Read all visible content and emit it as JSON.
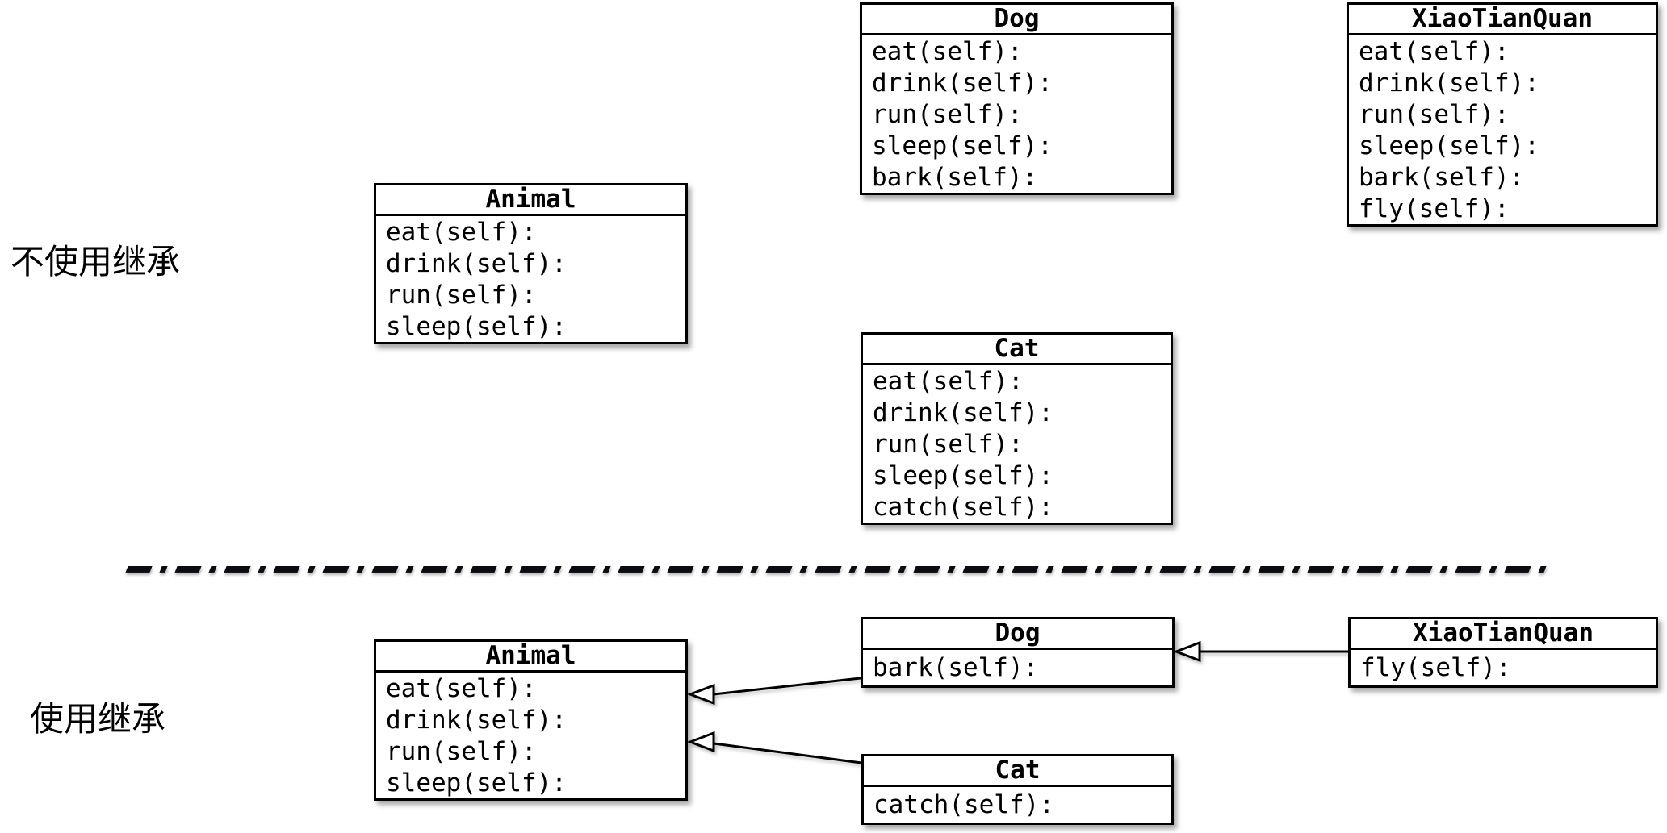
{
  "diagram": {
    "type": "uml-class-inheritance",
    "colors": {
      "line": "#000000",
      "box_background": "#ffffff",
      "text": "#000000"
    },
    "top_section": {
      "label": "不使用继承",
      "boxes": {
        "animal": {
          "title": "Animal",
          "methods": [
            "eat(self):",
            "drink(self):",
            "run(self):",
            "sleep(self):"
          ]
        },
        "dog": {
          "title": "Dog",
          "methods": [
            "eat(self):",
            "drink(self):",
            "run(self):",
            "sleep(self):",
            "bark(self):"
          ]
        },
        "xiaotianquan": {
          "title": "XiaoTianQuan",
          "methods": [
            "eat(self):",
            "drink(self):",
            "run(self):",
            "sleep(self):",
            "bark(self):",
            "fly(self):"
          ]
        },
        "cat": {
          "title": "Cat",
          "methods": [
            "eat(self):",
            "drink(self):",
            "run(self):",
            "sleep(self):",
            "catch(self):"
          ]
        }
      }
    },
    "bottom_section": {
      "label": "使用继承",
      "boxes": {
        "animal": {
          "title": "Animal",
          "methods": [
            "eat(self):",
            "drink(self):",
            "run(self):",
            "sleep(self):"
          ]
        },
        "dog": {
          "title": "Dog",
          "methods": [
            "bark(self):"
          ]
        },
        "xiaotianquan": {
          "title": "XiaoTianQuan",
          "methods": [
            "fly(self):"
          ]
        },
        "cat": {
          "title": "Cat",
          "methods": [
            "catch(self):"
          ]
        }
      },
      "arrows": [
        {
          "from": "Dog",
          "to": "Animal",
          "relation": "inherits"
        },
        {
          "from": "Cat",
          "to": "Animal",
          "relation": "inherits"
        },
        {
          "from": "XiaoTianQuan",
          "to": "Dog",
          "relation": "inherits"
        }
      ]
    }
  }
}
